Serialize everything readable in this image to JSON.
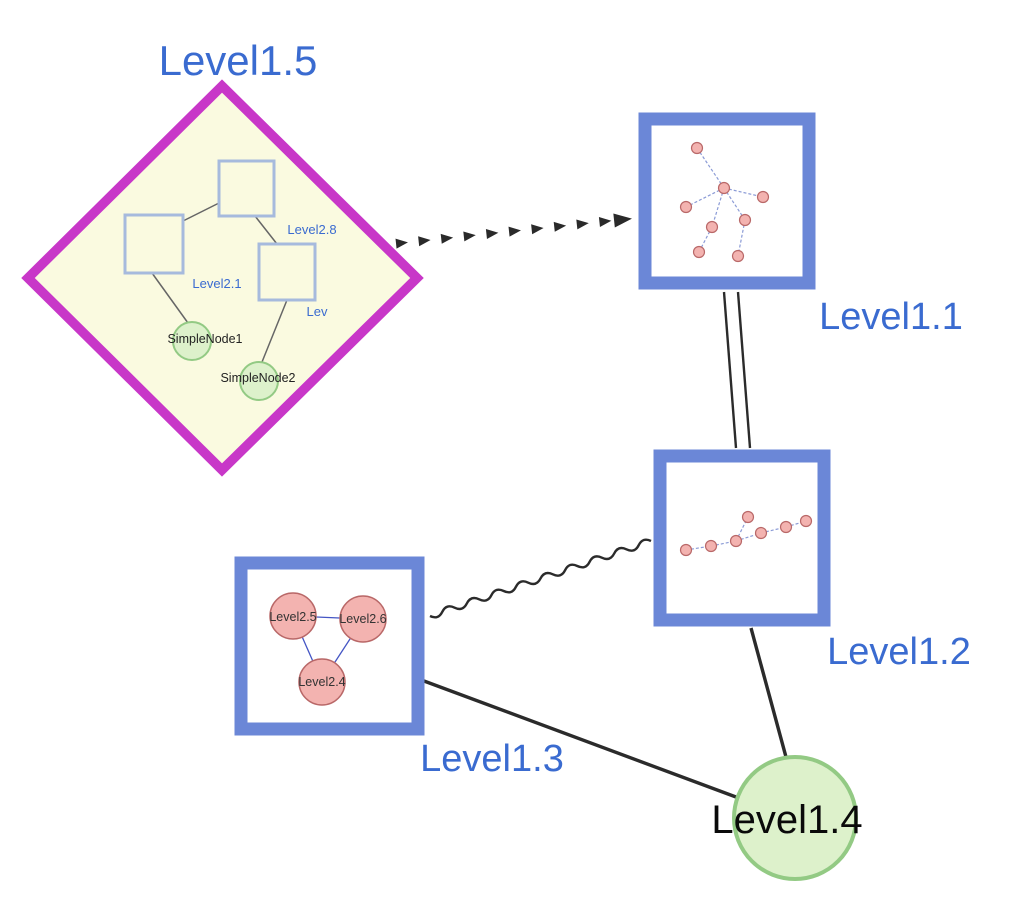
{
  "diagram": {
    "labels": {
      "level1_5": "Level1.5",
      "level1_1": "Level1.1",
      "level1_2": "Level1.2",
      "level1_3": "Level1.3",
      "level1_4": "Level1.4",
      "level2_8": "Level2.8",
      "level2_1": "Level2.1",
      "level2_truncated": "Lev",
      "simple_node_1": "SimpleNode1",
      "simple_node_2": "SimpleNode2",
      "level2_5": "Level2.5",
      "level2_6": "Level2.6",
      "level2_4": "Level2.4"
    },
    "colors": {
      "label_blue": "#3a6bd0",
      "diamond_border": "#c837c8",
      "diamond_fill": "#fafae0",
      "group_square_border": "#6b87d7",
      "inner_square_border": "#a6badd",
      "green_node_fill": "#ddf1cb",
      "green_node_border": "#93ca84",
      "pink_node_fill": "#f3b3b0",
      "pink_node_border": "#b96868",
      "edge_color": "#2b2b2b",
      "inner_edge_dashed": "#8b9bd6",
      "triangle_edge": "#4455c4"
    },
    "nodes": [
      {
        "id": "Level1.5",
        "shape": "diamond-group",
        "children": [
          "Level2.8",
          "Level2.1",
          "Lev",
          "SimpleNode1",
          "SimpleNode2"
        ]
      },
      {
        "id": "Level1.1",
        "shape": "square-group",
        "contents": "small pink star graph with dashed edges"
      },
      {
        "id": "Level1.2",
        "shape": "square-group",
        "contents": "small pink chain graph with dashed edges"
      },
      {
        "id": "Level1.3",
        "shape": "square-group",
        "children": [
          "Level2.5",
          "Level2.6",
          "Level2.4"
        ]
      },
      {
        "id": "Level1.4",
        "shape": "green-circle"
      }
    ],
    "edges": [
      {
        "from": "Level1.5",
        "to": "Level1.1",
        "style": "chevron-dashed-arrow"
      },
      {
        "from": "Level1.1",
        "to": "Level1.2",
        "style": "double-parallel-line"
      },
      {
        "from": "Level1.3",
        "to": "Level1.2",
        "style": "wavy"
      },
      {
        "from": "Level1.2",
        "to": "Level1.4",
        "style": "solid"
      },
      {
        "from": "Level1.3",
        "to": "Level1.4",
        "style": "solid"
      },
      {
        "from": "Level2.8",
        "to": "Level2.1",
        "style": "thin-solid"
      },
      {
        "from": "Level2.8",
        "to": "Lev",
        "style": "thin-solid"
      },
      {
        "from": "Level2.1",
        "to": "SimpleNode1",
        "style": "thin-solid"
      },
      {
        "from": "Lev",
        "to": "SimpleNode2",
        "style": "thin-solid"
      },
      {
        "from": "Level2.5",
        "to": "Level2.6",
        "style": "thin-blue"
      },
      {
        "from": "Level2.5",
        "to": "Level2.4",
        "style": "thin-blue"
      },
      {
        "from": "Level2.6",
        "to": "Level2.4",
        "style": "thin-blue"
      }
    ]
  }
}
